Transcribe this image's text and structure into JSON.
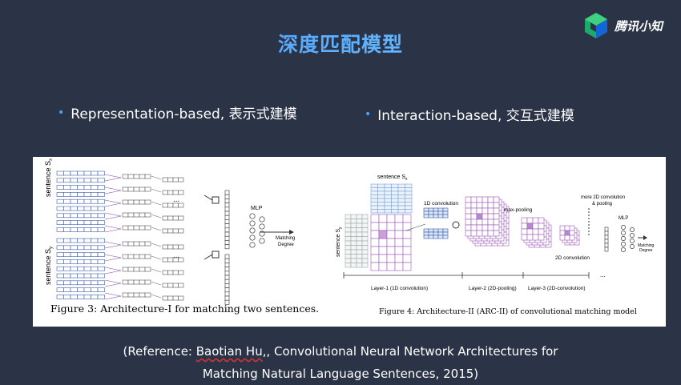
{
  "slide": {
    "title": "深度匹配模型"
  },
  "logo": {
    "text": "腾讯小知",
    "icon": "tencent-cube-icon"
  },
  "bullets": [
    {
      "text": "Representation-based, 表示式建模"
    },
    {
      "text": "Interaction-based, 交互式建模"
    }
  ],
  "figure": {
    "fig3": {
      "caption": "Figure 3:  Architecture-I for matching two sentences.",
      "sentence_x": "sentence S",
      "sentence_x_sub": "x",
      "sentence_y": "sentence S",
      "sentence_y_sub": "y",
      "ellipsis": "...",
      "mlp": "MLP",
      "matching": "Matching",
      "degree": "Degree"
    },
    "fig4": {
      "caption": "Figure 4:  Architecture-II (ARC-II) of convolutional matching model",
      "sentence_top": "sentence S",
      "sentence_top_sub": "x",
      "sentence_left": "sentence S",
      "sentence_left_sub": "y",
      "conv1d": "1D convolution",
      "maxpool": "max-pooling",
      "more2d": "more 2D convolution",
      "more2d_b": "& pooling",
      "conv2d": "2D convolution",
      "mlp": "MLP",
      "matching": "Matching",
      "degree": "Degree",
      "layer1": "Layer-1 (1D convolution)",
      "layer2": "Layer-2  (2D-pooling)",
      "layer3": "Layer-3  (2D-convolution)",
      "ellipsis": "..."
    }
  },
  "reference": {
    "prefix": "(Reference: ",
    "name": "Baotian Hu",
    "rest_line1": ",, Convolutional Neural Network Architectures for",
    "line2": "Matching Natural Language Sentences, 2015)"
  },
  "colors": {
    "background": "#2b3446",
    "title": "#4aa3ff",
    "accent_purple": "#9b59b6",
    "accent_blue": "#3b5ba9"
  }
}
